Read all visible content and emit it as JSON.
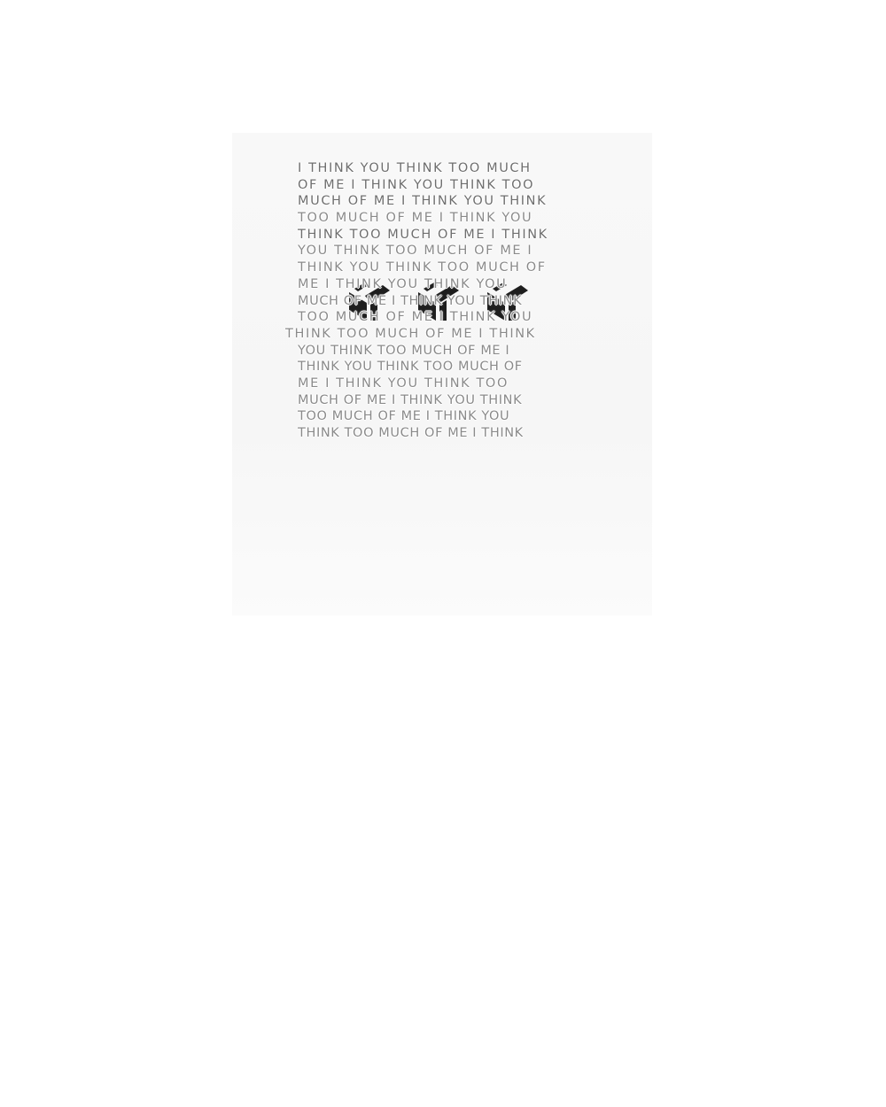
{
  "poster": {
    "lines": [
      "I THINK YOU THINK TOO MUCH",
      "OF ME I THINK YOU THINK TOO",
      "MUCH OF ME I THINK YOU THINK",
      "TOO MUCH OF ME I THINK YOU",
      "THINK TOO MUCH OF ME I THINK",
      "YOU THINK TOO MUCH OF ME I",
      " THINK YOU THINK TOO MUCH OF",
      "ME I THINK YOU THINK YOU",
      "MUCH OF ME I THINK YOU THINK",
      "TOO MUCH OF ME I THINK YOU",
      "THINK TOO MUCH OF ME I THINK",
      "YOU THINK TOO MUCH OF ME I",
      "THINK YOU THINK TOO MUCH OF",
      "ME I THINK YOU THINK TOO",
      "MUCH OF ME I THINK YOU THINK",
      "TOO MUCH OF ME I THINK YOU",
      "THINK TOO MUCH OF ME I THINK"
    ],
    "logo_icon": "cube-y-icon",
    "text_color": "#6e6e6e",
    "logo_color": "#1e1e1e"
  }
}
